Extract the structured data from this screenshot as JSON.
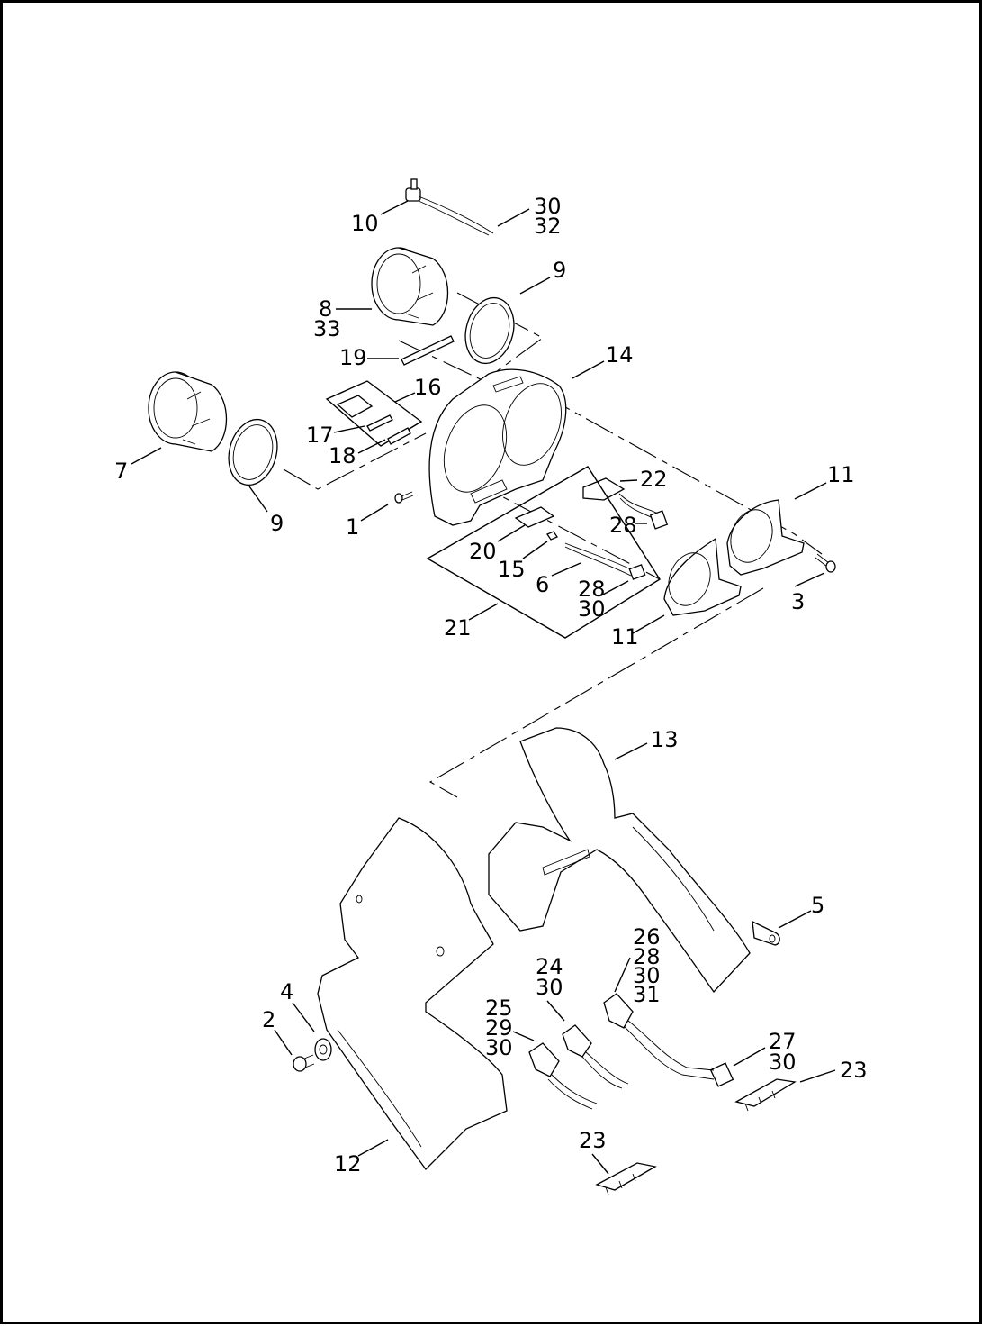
{
  "callouts": {
    "c10": "10",
    "c30a": "30",
    "c32": "32",
    "c8": "8",
    "c33": "33",
    "c9a": "9",
    "c19": "19",
    "c14": "14",
    "c16": "16",
    "c17": "17",
    "c18": "18",
    "c7": "7",
    "c9b": "9",
    "c1": "1",
    "c22": "22",
    "c11a": "11",
    "c28a": "28",
    "c20": "20",
    "c15": "15",
    "c6": "6",
    "c28b": "28",
    "c30b": "30",
    "c3": "3",
    "c21": "21",
    "c11b": "11",
    "c13": "13",
    "c5": "5",
    "c26": "26",
    "c28c": "28",
    "c30c": "30",
    "c31": "31",
    "c24": "24",
    "c30d": "30",
    "c4": "4",
    "c25": "25",
    "c29": "29",
    "c30e": "30",
    "c2": "2",
    "c27": "27",
    "c30f": "30",
    "c23a": "23",
    "c23b": "23",
    "c12": "12"
  }
}
